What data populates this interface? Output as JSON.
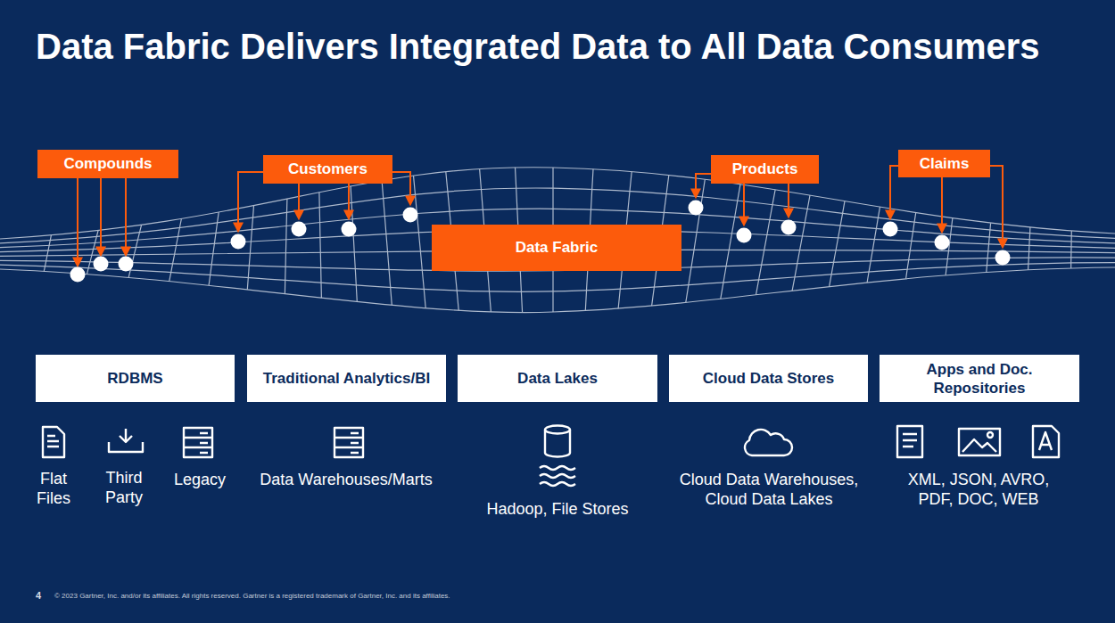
{
  "diagram": {
    "title": "Data Fabric Delivers Integrated Data to All Data Consumers",
    "nodes": [
      {
        "text": [
          "Compounds"
        ]
      },
      {
        "text": [
          "Customers"
        ]
      },
      {
        "text": [
          "Products"
        ]
      },
      {
        "text": [
          "Claims"
        ]
      },
      {
        "text": [
          "Data Fabric"
        ]
      },
      {
        "text": [
          "RDBMS"
        ]
      },
      {
        "text": [
          "Traditional Analytics/BI"
        ]
      },
      {
        "text": [
          "Data Lakes"
        ]
      },
      {
        "text": [
          "Cloud Data Stores"
        ]
      },
      {
        "text": [
          "Apps and Doc. Repositories"
        ]
      }
    ],
    "labels": [
      "Flat Files",
      "Third Party",
      "Legacy",
      "Data Warehouses/Marts",
      "Hadoop, File Stores",
      "Cloud Data Warehouses, Cloud Data Lakes",
      "XML, JSON, AVRO, PDF, DOC, WEB",
      "4",
      "© 2023 Gartner, Inc. and/or its affiliates. All rights reserved. Gartner is a registered trademark of Gartner, Inc. and its affiliates."
    ]
  }
}
